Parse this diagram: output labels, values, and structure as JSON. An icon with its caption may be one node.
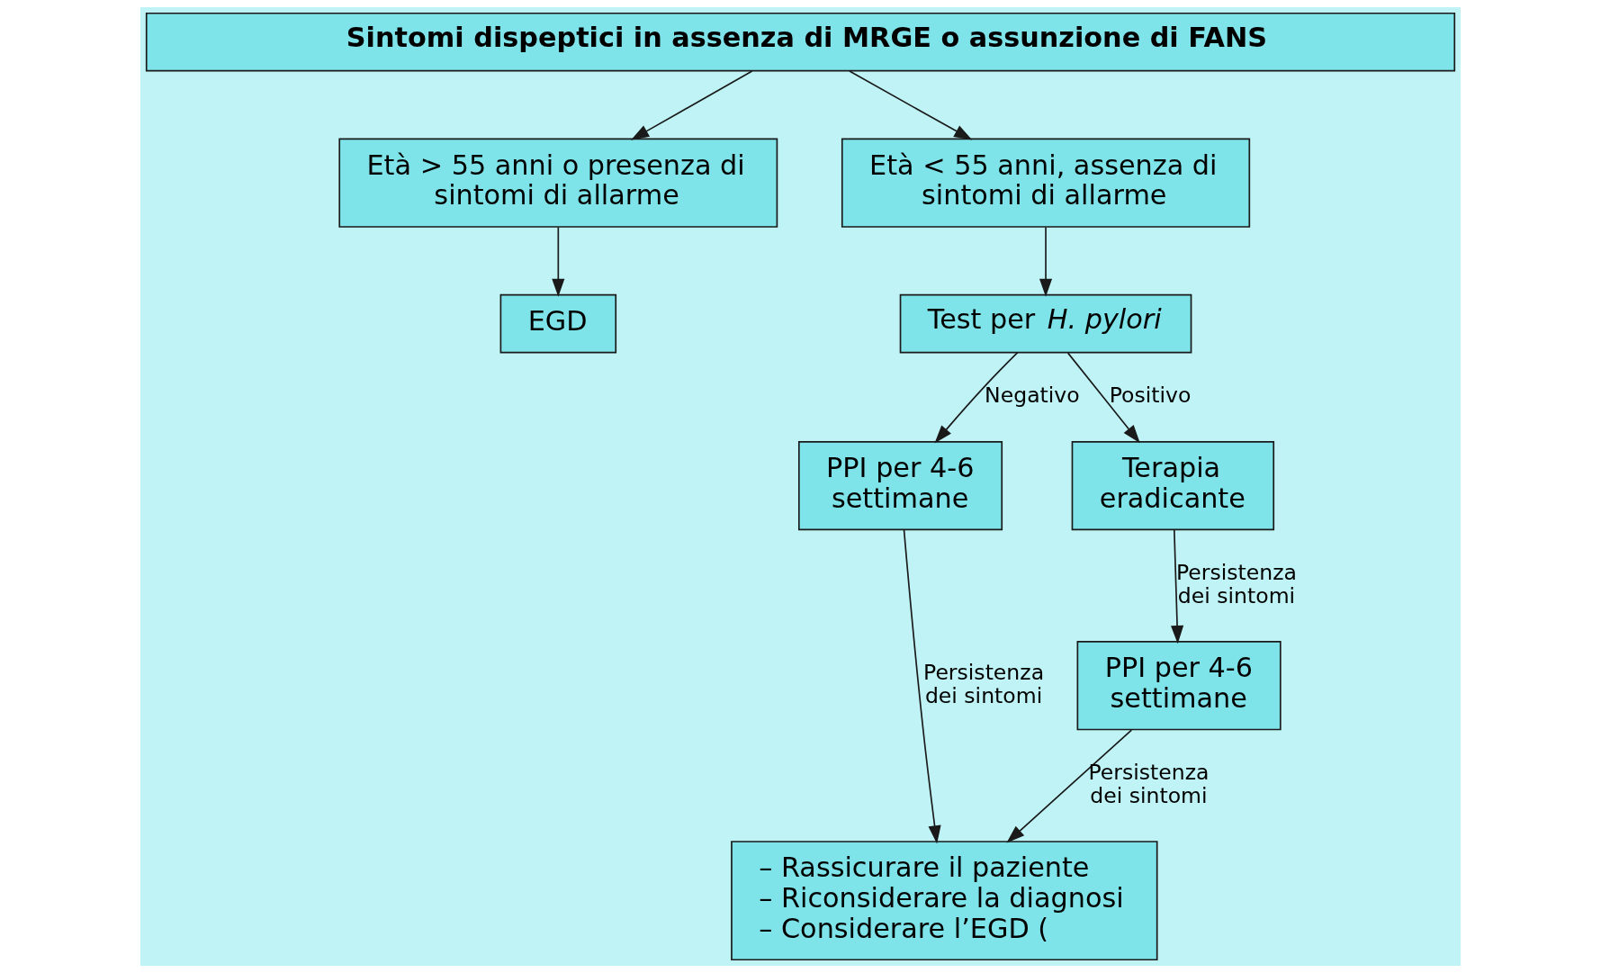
{
  "diagram": {
    "nodes": [
      {
        "text": [
          "Sintomi dispeptici in assenza di MRGE o assunzione di FANS"
        ]
      },
      {
        "text": [
          "Età > 55 anni o presenza di sintomi di allarme"
        ]
      },
      {
        "text": [
          "Età < 55 anni, assenza di sintomi di allarme"
        ]
      },
      {
        "text": [
          "EGD"
        ]
      },
      {
        "text": [
          "Test per *H. pylori*"
        ]
      },
      {
        "text": [
          "PPI per 4-6 settimane"
        ]
      },
      {
        "text": [
          "Terapia eradicante"
        ]
      },
      {
        "text": [
          "PPI per 4-6 settimane"
        ]
      },
      {
        "text": [
          "– Rassicurare il paziente",
          "– Riconsiderare la diagnosi",
          "– Considerare l’EGD ("
        ]
      }
    ],
    "edges": [
      {
        "from": 0,
        "to": 1,
        "arrow": "to"
      },
      {
        "from": 0,
        "to": 2,
        "arrow": "to"
      },
      {
        "from": 1,
        "to": 3,
        "arrow": "to"
      },
      {
        "from": 2,
        "to": 4,
        "arrow": "to"
      },
      {
        "from": 4,
        "to": 5,
        "arrow": "to",
        "label": "Negativo"
      },
      {
        "from": 4,
        "to": 6,
        "arrow": "to",
        "label": "Positivo"
      },
      {
        "from": 5,
        "to": 8,
        "arrow": "to",
        "label": "Persistenza dei sintomi"
      },
      {
        "from": 6,
        "to": 7,
        "arrow": "to",
        "label": "Persistenza dei sintomi"
      },
      {
        "from": 7,
        "to": 8,
        "arrow": "to",
        "label": "Persistenza dei sintomi"
      }
    ]
  }
}
